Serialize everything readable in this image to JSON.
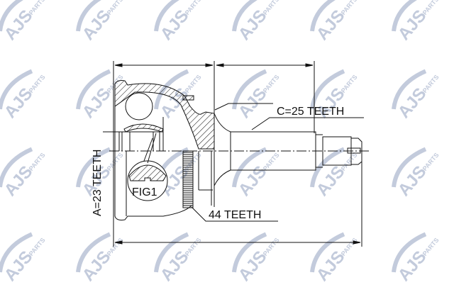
{
  "watermark": {
    "brand": "AJS",
    "suffix": "PARTS",
    "color": "#c3cbdc"
  },
  "labels": {
    "spline_c": "C=25 TEETH",
    "spline_a": "A=23 TEETH",
    "abs_ring": "44 TEETH",
    "figure": "FIG1"
  },
  "line_color": "#111111"
}
